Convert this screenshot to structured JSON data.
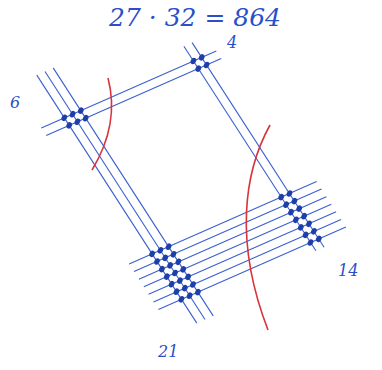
{
  "diagram": {
    "title": "27 · 32 = 864",
    "labels": [
      "4",
      "6",
      "14",
      "21"
    ]
  }
}
